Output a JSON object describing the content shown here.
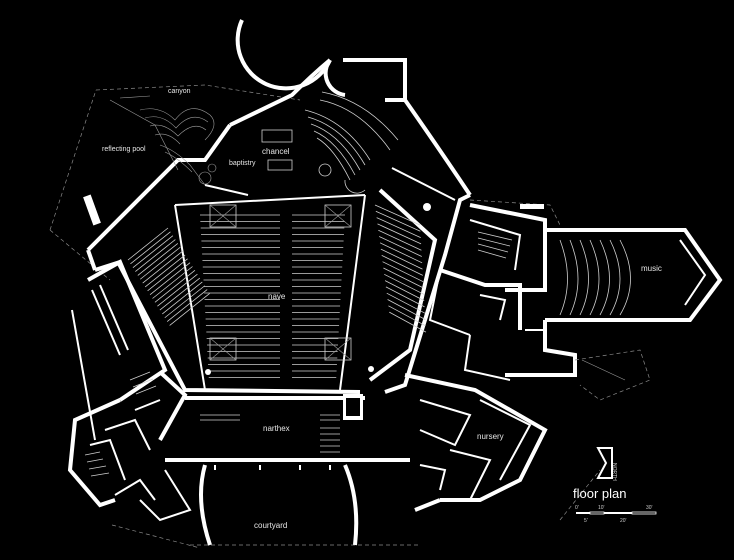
{
  "labels": {
    "canyon": "canyon",
    "reflecting_pool": "reflecting pool",
    "baptistry": "baptistry",
    "chancel": "chancel",
    "nave": "nave",
    "narthex": "narthex",
    "courtyard": "courtyard",
    "nursery": "nursery",
    "music": "music"
  },
  "legend": {
    "title": "floor plan",
    "north": "NORTH",
    "scale_top": [
      "0'",
      "10'",
      "30'"
    ],
    "scale_bottom": [
      "5'",
      "20'"
    ]
  },
  "colors": {
    "background": "#000000",
    "linework": "#ffffff"
  }
}
